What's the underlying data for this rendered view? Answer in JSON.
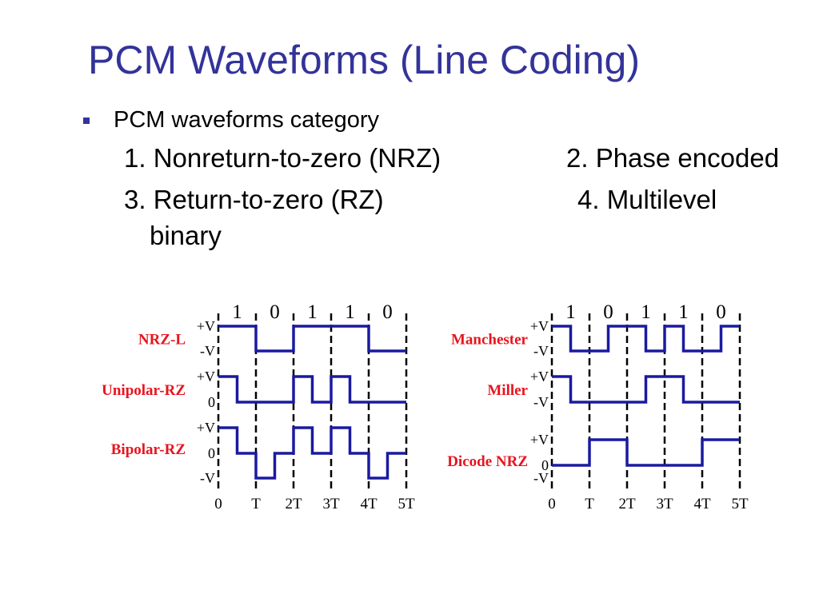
{
  "slide": {
    "title": "PCM Waveforms (Line Coding)",
    "bullet": "PCM waveforms category",
    "items": {
      "nrz": "1. Nonreturn-to-zero (NRZ)",
      "phase": "2. Phase encoded",
      "rz": "3. Return-to-zero (RZ)",
      "multilevel": "4. Multilevel",
      "binary": "binary"
    }
  },
  "colors": {
    "title": "#333399",
    "waveform": "#1a1aa0",
    "label": "#e8141e",
    "axis": "#000000"
  },
  "diagram": {
    "bits": [
      "1",
      "0",
      "1",
      "1",
      "0"
    ],
    "time_labels": [
      "0",
      "T",
      "2T",
      "3T",
      "4T",
      "5T"
    ],
    "left_panel": {
      "rows": [
        {
          "name": "NRZ-L",
          "levels": [
            "+V",
            "-V"
          ],
          "waveform": [
            [
              0,
              1
            ],
            [
              1,
              -1
            ],
            [
              2,
              1
            ],
            [
              4,
              -1
            ],
            [
              5,
              -1
            ]
          ]
        },
        {
          "name": "Unipolar-RZ",
          "levels": [
            "+V",
            "0"
          ],
          "waveform": [
            [
              0,
              1
            ],
            [
              0.5,
              0
            ],
            [
              2,
              1
            ],
            [
              2.5,
              0
            ],
            [
              3,
              1
            ],
            [
              3.5,
              0
            ],
            [
              5,
              0
            ]
          ]
        },
        {
          "name": "Bipolar-RZ",
          "levels": [
            "+V",
            "0",
            "-V"
          ],
          "waveform": [
            [
              0,
              1
            ],
            [
              0.5,
              0
            ],
            [
              1,
              -1
            ],
            [
              1.5,
              0
            ],
            [
              2,
              1
            ],
            [
              2.5,
              0
            ],
            [
              3,
              1
            ],
            [
              3.5,
              0
            ],
            [
              4,
              -1
            ],
            [
              4.5,
              0
            ],
            [
              5,
              0
            ]
          ]
        }
      ]
    },
    "right_panel": {
      "rows": [
        {
          "name": "Manchester",
          "levels": [
            "+V",
            "-V"
          ],
          "waveform": [
            [
              0,
              1
            ],
            [
              0.5,
              -1
            ],
            [
              1,
              -1
            ],
            [
              1.5,
              1
            ],
            [
              2,
              1
            ],
            [
              2.5,
              -1
            ],
            [
              3,
              1
            ],
            [
              3.5,
              -1
            ],
            [
              4,
              -1
            ],
            [
              4.5,
              1
            ],
            [
              5,
              1
            ]
          ]
        },
        {
          "name": "Miller",
          "levels": [
            "+V",
            "-V"
          ],
          "waveform": [
            [
              0,
              1
            ],
            [
              0.5,
              -1
            ],
            [
              2.5,
              1
            ],
            [
              3.5,
              -1
            ],
            [
              5,
              -1
            ]
          ]
        },
        {
          "name": "Dicode NRZ",
          "levels": [
            "+V",
            "0",
            "-V"
          ],
          "waveform": [
            [
              0,
              0
            ],
            [
              1,
              1
            ],
            [
              2,
              0
            ],
            [
              3,
              0
            ],
            [
              4,
              1
            ],
            [
              5,
              1
            ]
          ]
        }
      ]
    }
  }
}
